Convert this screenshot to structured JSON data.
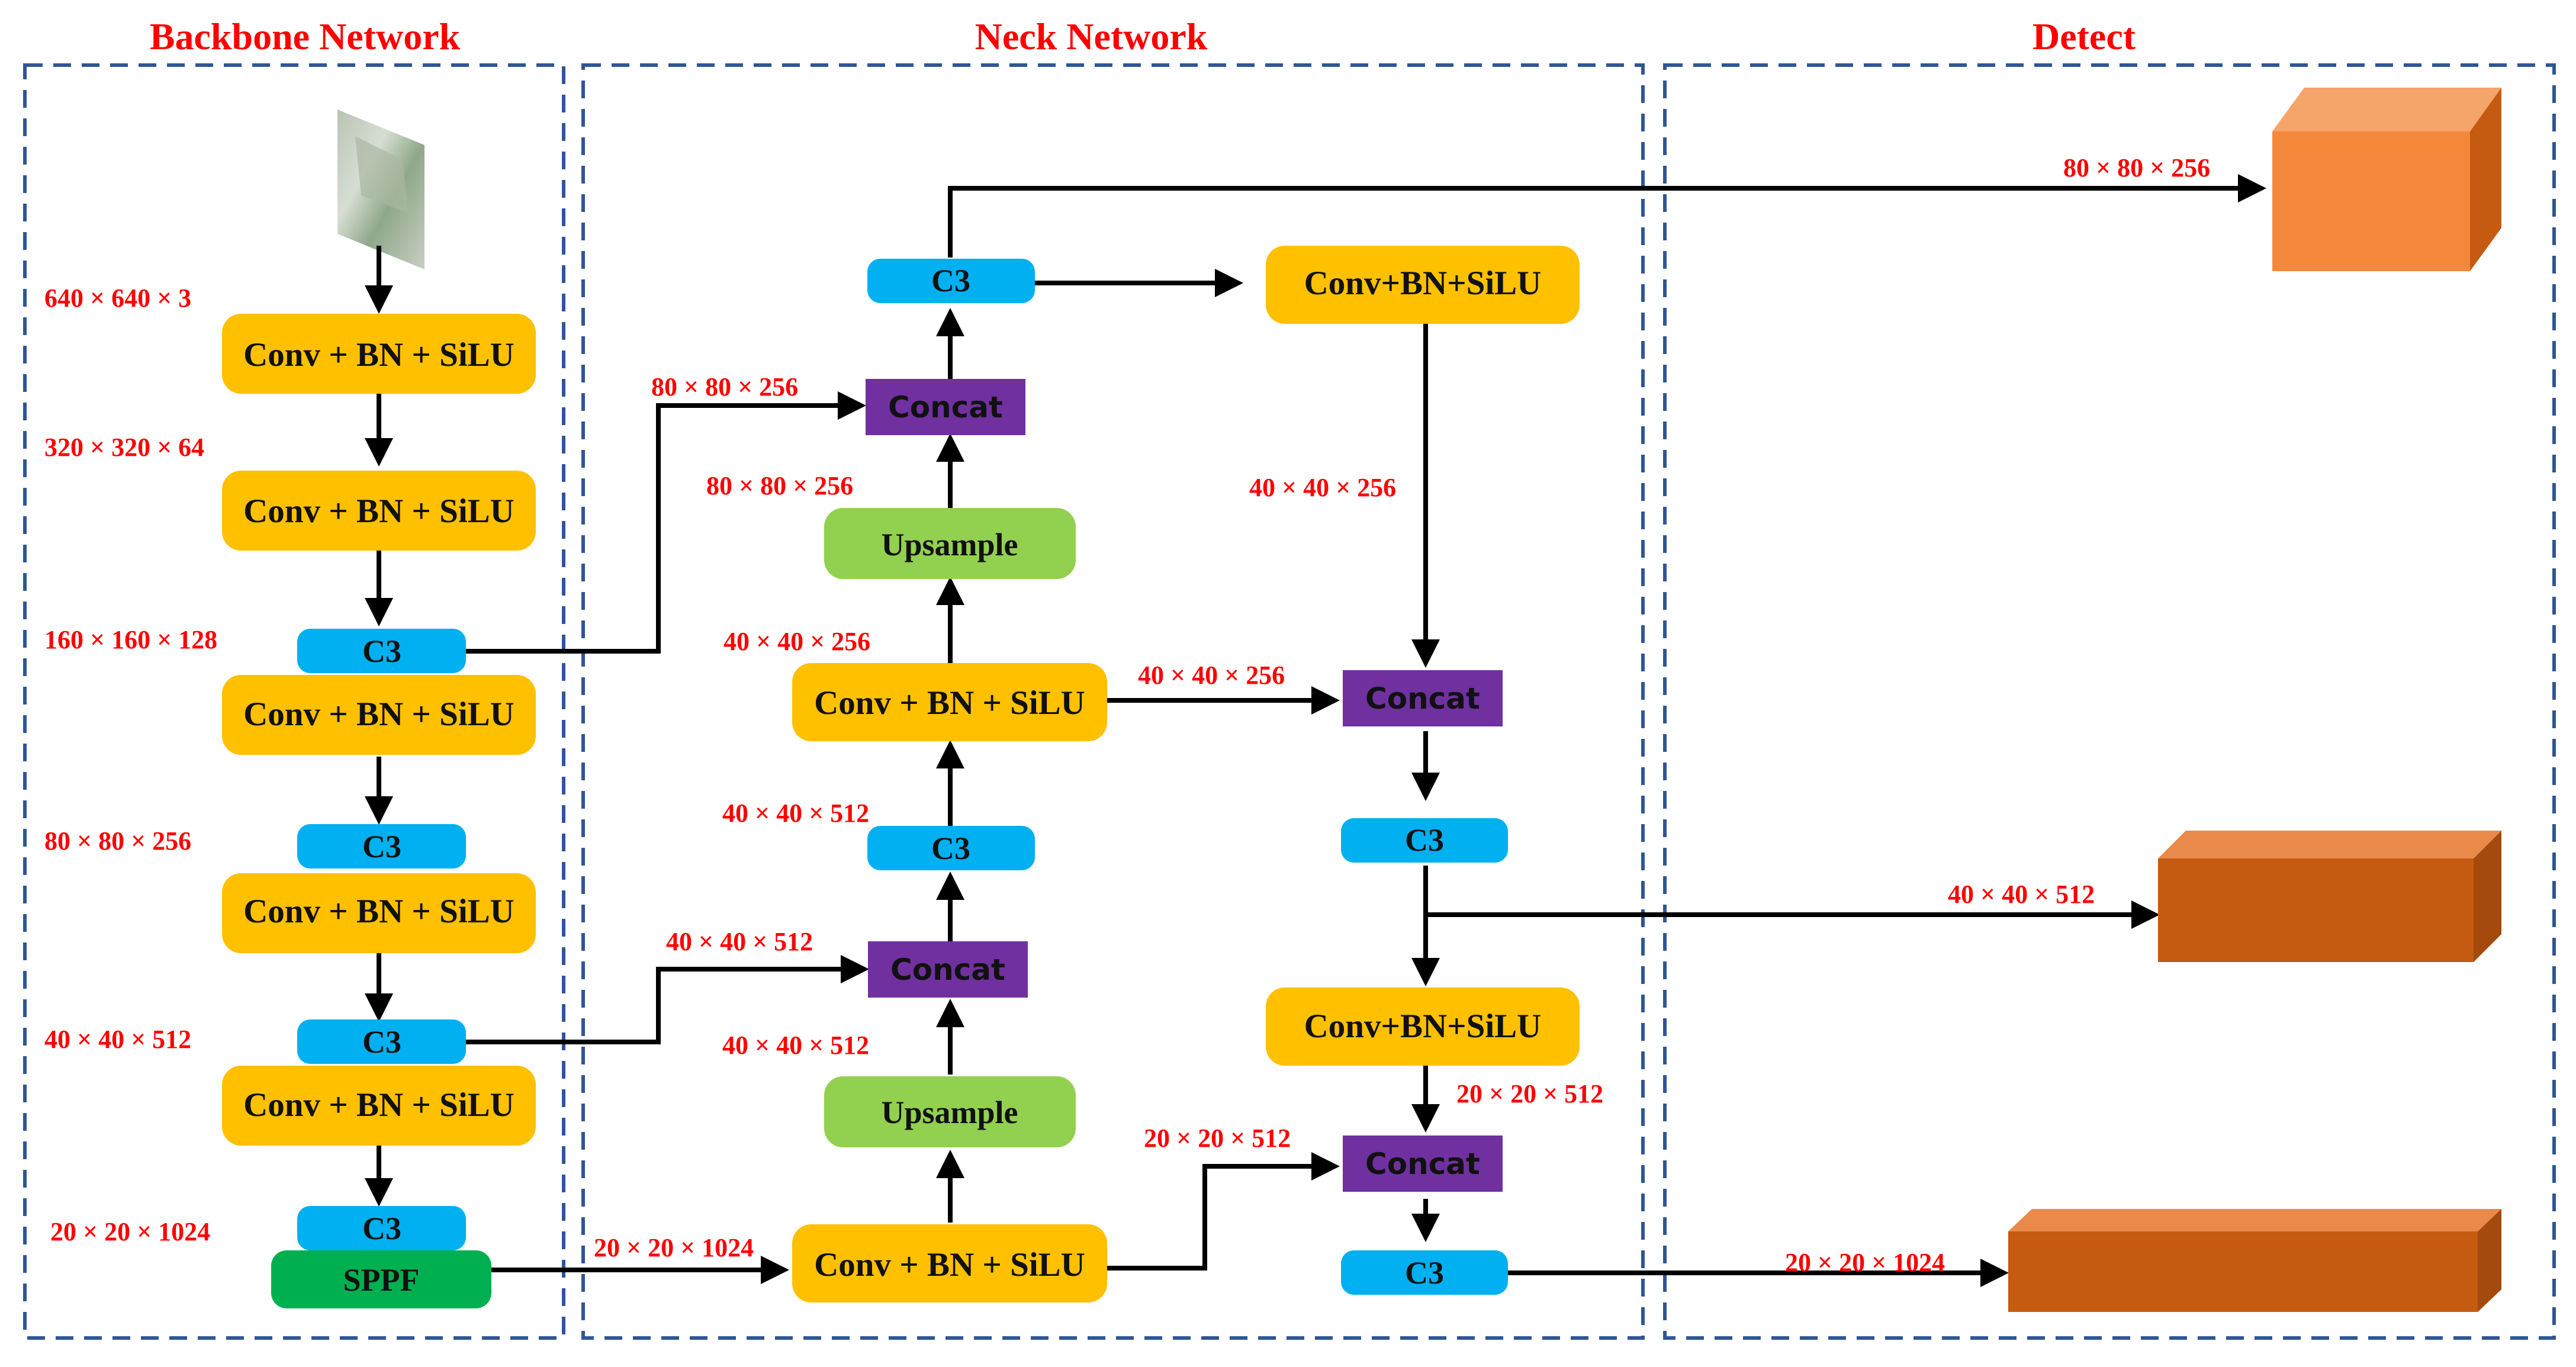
{
  "sections": {
    "backbone": "Backbone Network",
    "neck": "Neck Network",
    "detect": "Detect"
  },
  "backbone": {
    "blocks": [
      "Conv + BN + SiLU",
      "Conv + BN + SiLU",
      "C3",
      "Conv + BN + SiLU",
      "C3",
      "Conv + BN + SiLU",
      "C3",
      "Conv + BN + SiLU",
      "C3",
      "SPPF"
    ],
    "dims": [
      "640 × 640 × 3",
      "320 × 320 × 64",
      "160 × 160 × 128",
      "80 × 80 × 256",
      "40 × 40 × 512",
      "20 × 20 × 1024"
    ]
  },
  "neck": {
    "blocks": {
      "c3_top": "C3",
      "concat_1": "Concat",
      "upsample_1": "Upsample",
      "conv_mid": "Conv + BN + SiLU",
      "c3_mid": "C3",
      "concat_2": "Concat",
      "upsample_2": "Upsample",
      "conv_bottom": "Conv + BN + SiLU",
      "conv_right_top": "Conv+BN+SiLU",
      "concat_right_1": "Concat",
      "c3_right_1": "C3",
      "conv_right_bottom": "Conv+BN+SiLU",
      "concat_right_2": "Concat",
      "c3_right_2": "C3"
    },
    "dims": {
      "in_concat_1": "80 × 80 × 256",
      "out_upsample_1": "80 × 80 × 256",
      "right_down": "40 × 40 × 256",
      "conv_mid_out": "40 × 40 × 256",
      "conv_mid_right": "40 × 40 × 256",
      "c3_mid_out": "40 × 40 × 512",
      "in_concat_2": "40 × 40 × 512",
      "out_upsample_2": "40 × 40 × 512",
      "in_conv_bottom": "20 × 20 × 1024",
      "conv_bottom_right": "20 × 20 × 512",
      "right_bottom": "20 × 20 × 512"
    }
  },
  "detect": {
    "outputs": [
      "80 × 80 × 256",
      "40 × 40 × 512",
      "20 × 20 × 1024"
    ]
  },
  "colors": {
    "conv": "#ffc000",
    "c3": "#00b0f0",
    "concat": "#7030a0",
    "upsample": "#92d050",
    "sppf": "#00b050",
    "head": "#c55a11",
    "head_light": "#f4883a",
    "section_border": "#2f5597",
    "label": "#ff0000"
  },
  "input_image": "aerial-image-thumbnail"
}
